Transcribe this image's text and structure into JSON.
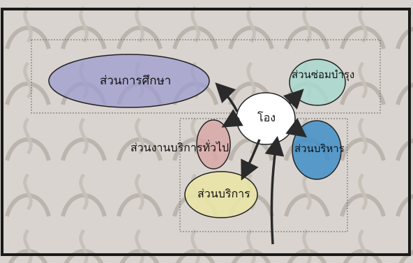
{
  "diagram": {
    "nodes": {
      "center": {
        "label": "โอง",
        "color": "#ffffff"
      },
      "education": {
        "label": "ส่วนการศึกษา",
        "color": "#9c9ccf"
      },
      "maintenance": {
        "label": "ส่วนซ่อมบำรุง",
        "color": "#a8d8cf"
      },
      "administration": {
        "label": "ส่วนบริหาร",
        "color": "#3f8fc8"
      },
      "general_services": {
        "label": "ส่วนงานบริการทั่วไป",
        "color": "#d8a8a8"
      },
      "service": {
        "label": "ส่วนบริการ",
        "color": "#e9e4a6"
      }
    },
    "edges": [
      {
        "from": "center",
        "to": "education"
      },
      {
        "from": "center",
        "to": "maintenance"
      },
      {
        "from": "center",
        "to": "administration"
      },
      {
        "from": "center",
        "to": "general_services"
      },
      {
        "from": "center",
        "to": "service"
      },
      {
        "from": "outside",
        "to": "center"
      }
    ]
  }
}
